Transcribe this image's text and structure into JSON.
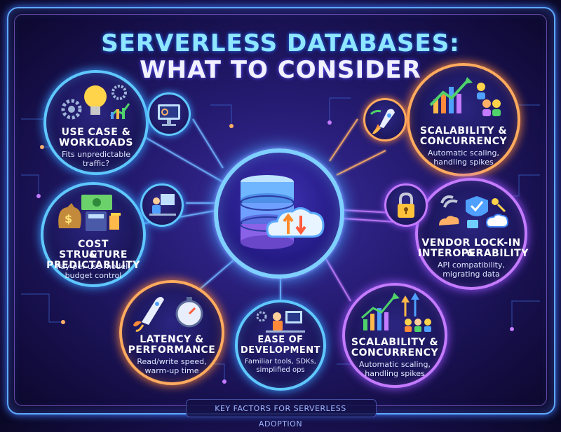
{
  "title": {
    "line1": "SERVERLESS DATABASES:",
    "line2": "WHAT TO CONSIDER"
  },
  "nodes": {
    "use_case": {
      "title_line1": "USE CASE &",
      "title_line2": "WORKLOADS",
      "desc_line1": "Fits unpredictable",
      "desc_line2": "traffic?"
    },
    "scalability_top": {
      "title_line1": "SCALABILITY &",
      "title_line2": "CONCURRENCY",
      "desc_line1": "Automatic scaling,",
      "desc_line2": "handling spikes"
    },
    "cost": {
      "title_line1": "COST STRUCTURE",
      "title_line2": "& PREDICTABILITY",
      "desc_line1": "Pay-per-use model,",
      "desc_line2": "budget control"
    },
    "vendor": {
      "title_line1": "VENDOR LOCK-IN &",
      "title_line2": "INTEROPERABILITY",
      "desc_line1": "API compatibility,",
      "desc_line2": "migrating data"
    },
    "latency": {
      "title_line1": "LATENCY &",
      "title_line2": "PERFORMANCE",
      "desc_line1": "Read/write speed,",
      "desc_line2": "warm-up time"
    },
    "ease": {
      "title_line1": "EASE OF",
      "title_line2": "DEVELOPMENT",
      "desc_line1": "Familiar tools, SDKs,",
      "desc_line2": "simplified ops"
    },
    "scalability_bottom": {
      "title_line1": "SCALABILITY &",
      "title_line2": "CONCURRENCY",
      "desc_line1": "Automatic scaling,",
      "desc_line2": "handling spikes"
    }
  },
  "footer": "KEY FACTORS FOR SERVERLESS ADOPTION",
  "colors": {
    "blue": "#5fc8ff",
    "orange": "#ffab5e",
    "purple": "#c47bff",
    "background": "#231a6e"
  }
}
